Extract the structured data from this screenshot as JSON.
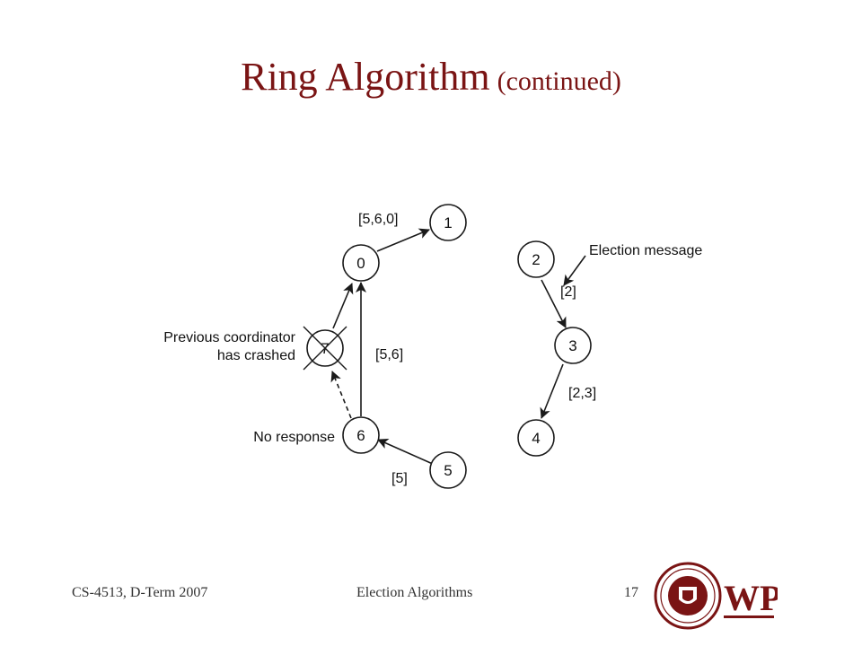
{
  "slide": {
    "title": "Ring Algorithm",
    "subtitle": "(continued)"
  },
  "diagram": {
    "nodes": [
      {
        "id": "0",
        "label": "0"
      },
      {
        "id": "1",
        "label": "1"
      },
      {
        "id": "2",
        "label": "2"
      },
      {
        "id": "3",
        "label": "3"
      },
      {
        "id": "4",
        "label": "4"
      },
      {
        "id": "5",
        "label": "5"
      },
      {
        "id": "6",
        "label": "6"
      },
      {
        "id": "7",
        "label": "7",
        "crashed": true
      }
    ],
    "edges": [
      {
        "from": "0",
        "to": "1",
        "label": "[5,6,0]"
      },
      {
        "from": "7",
        "to": "0",
        "label": ""
      },
      {
        "from": "6",
        "to": "0",
        "label": "[5,6]"
      },
      {
        "from": "6",
        "to": "7",
        "label": "",
        "dashed": true
      },
      {
        "from": "5",
        "to": "6",
        "label": "[5]"
      },
      {
        "from": "2",
        "to": "3",
        "label": "[2]"
      },
      {
        "from": "3",
        "to": "4",
        "label": "[2,3]"
      }
    ],
    "annotations": {
      "crashed_line1": "Previous coordinator",
      "crashed_line2": "has crashed",
      "no_response": "No response",
      "election_message": "Election message"
    }
  },
  "footer": {
    "course": "CS-4513, D-Term 2007",
    "topic": "Election Algorithms",
    "page": "17"
  },
  "logo": {
    "text": "WPI",
    "color": "#7a1414"
  }
}
